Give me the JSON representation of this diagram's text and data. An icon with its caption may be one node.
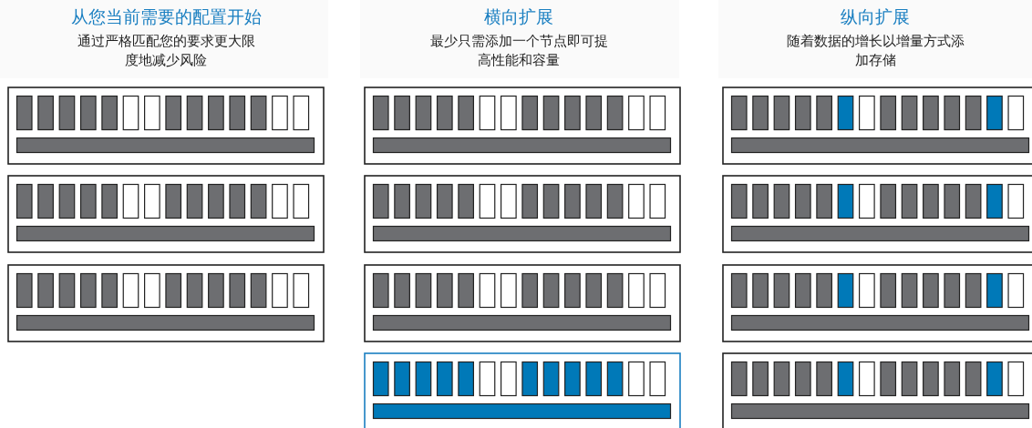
{
  "diagram": {
    "labels": [
      "从您当前需要的配置开始",
      "通过严格匹配您的要求更大限度地减少风险",
      "横向扩展",
      "最少只需添加一个节点即可提高性能和容量",
      "纵向扩展",
      "随着数据的增长以增量方式添加存储"
    ]
  }
}
